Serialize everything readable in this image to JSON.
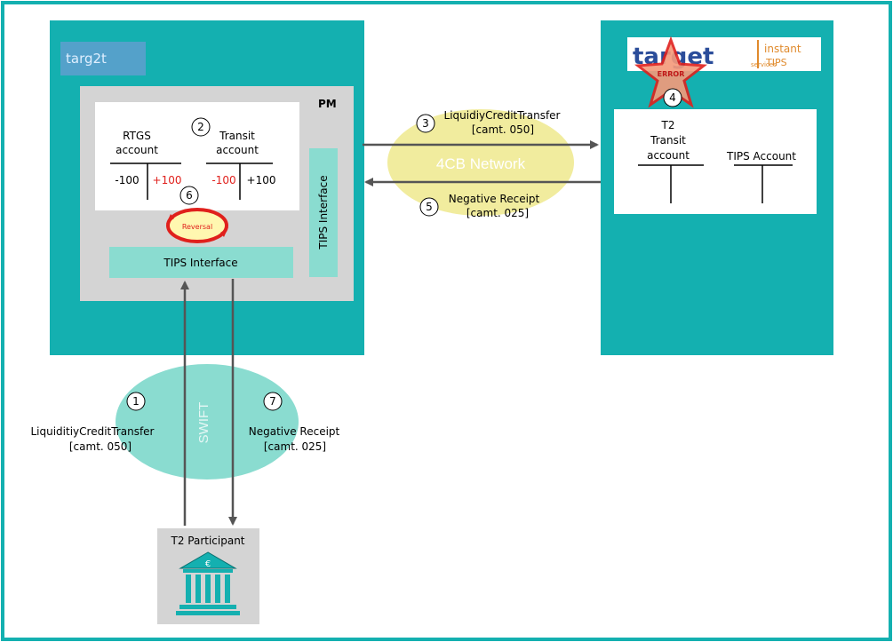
{
  "colors": {
    "frame": "#14b0b0",
    "teal_box": "#14b0b0",
    "gray_box": "#d4d4d4",
    "tips_interface": "#8adcd0",
    "network_ellipse": "#f1ec9e",
    "swift_ellipse": "#8adcd0",
    "red": "#e0201c",
    "arrow": "#555555"
  },
  "t2": {
    "logo_text": "targ2t",
    "pm_label": "PM",
    "step2": "2",
    "rtgs_label_1": "RTGS",
    "rtgs_label_2": "account",
    "rtgs_debit": "-100",
    "rtgs_credit": "+100",
    "transit_label_1": "Transit",
    "transit_label_2": "account",
    "transit_debit": "-100",
    "transit_credit": "+100",
    "step6": "6",
    "reversal_label": "Reversal",
    "tips_interface_vertical": "TIPS Interface",
    "tips_interface_horizontal": "TIPS Interface"
  },
  "tips": {
    "logo_text": "target",
    "logo_services": "services",
    "logo_instant": "instant",
    "logo_tips": "TIPS",
    "error_label": "ERROR",
    "step4": "4",
    "transit_label_1": "T2",
    "transit_label_2": "Transit",
    "transit_label_3": "account",
    "tips_account_label": "TIPS Account"
  },
  "network": {
    "label": "4CB Network",
    "step3": "3",
    "msg3_line1": "LiquidiyCreditTransfer",
    "msg3_line2": "[camt. 050]",
    "step5": "5",
    "msg5_line1": "Negative Receipt",
    "msg5_line2": "[camt. 025]"
  },
  "swift": {
    "label": "SWIFT",
    "step1": "1",
    "msg1_line1": "LiquiditiyCreditTransfer",
    "msg1_line2": "[camt. 050]",
    "step7": "7",
    "msg7_line1": "Negative Receipt",
    "msg7_line2": "[camt. 025]"
  },
  "participant": {
    "label": "T2 Participant",
    "icon": "bank-icon",
    "euro_symbol": "€"
  }
}
